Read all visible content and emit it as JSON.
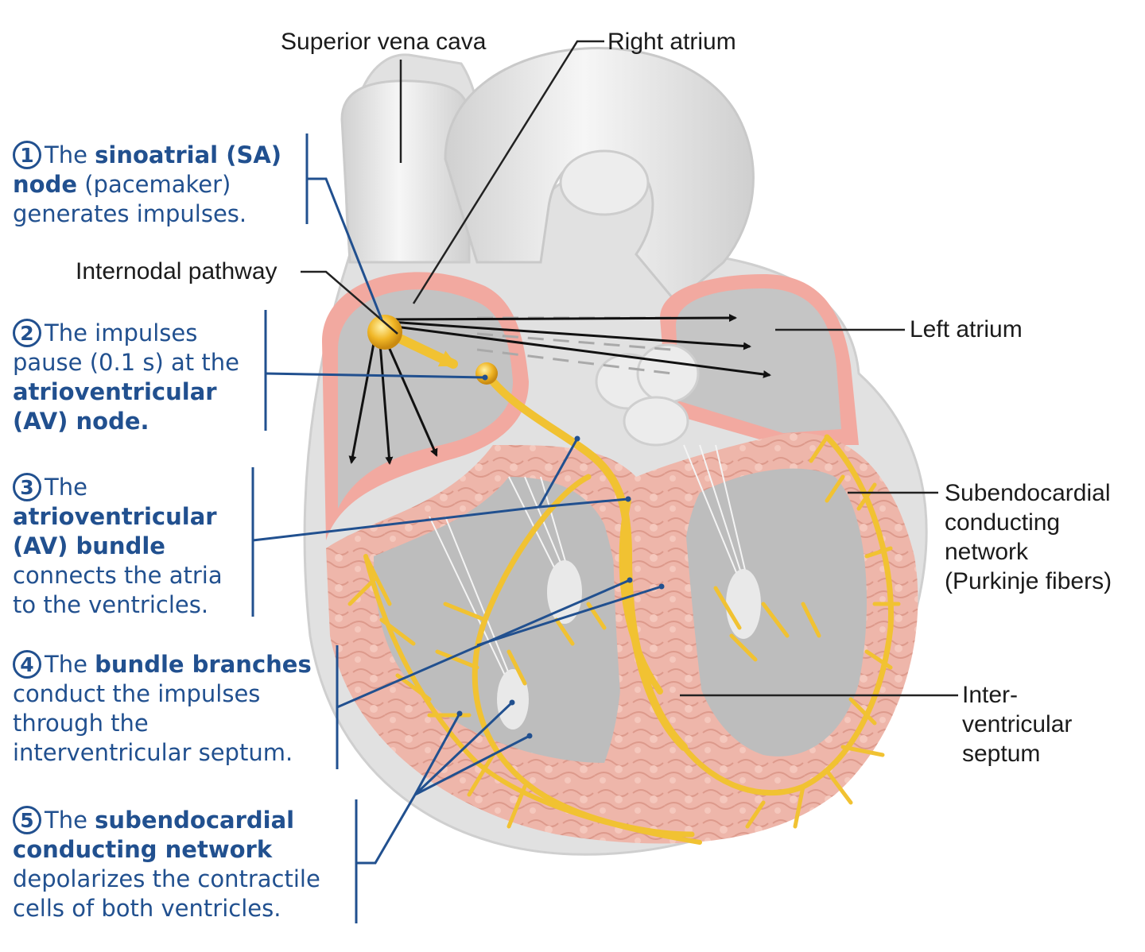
{
  "labels": {
    "superior_vena_cava": "Superior vena cava",
    "right_atrium": "Right atrium",
    "internodal_pathway": "Internodal pathway",
    "left_atrium": "Left atrium",
    "purkinje": [
      "Subendocardial",
      "conducting",
      "network",
      "(Purkinje fibers)"
    ],
    "septum": [
      "Inter-",
      "ventricular",
      "septum"
    ]
  },
  "steps": [
    {
      "number": "1",
      "lines": [
        [
          {
            "t": "The ",
            "b": false
          },
          {
            "t": "sinoatrial (SA)",
            "b": true
          }
        ],
        [
          {
            "t": "node",
            "b": true
          },
          {
            "t": " (pacemaker)",
            "b": false
          }
        ],
        [
          {
            "t": "generates impulses.",
            "b": false
          }
        ]
      ]
    },
    {
      "number": "2",
      "lines": [
        [
          {
            "t": "The impulses",
            "b": false
          }
        ],
        [
          {
            "t": "pause (0.1 s) at the",
            "b": false
          }
        ],
        [
          {
            "t": "atrioventricular",
            "b": true
          }
        ],
        [
          {
            "t": "(AV) node.",
            "b": true
          }
        ]
      ]
    },
    {
      "number": "3",
      "lines": [
        [
          {
            "t": "The",
            "b": false
          }
        ],
        [
          {
            "t": "atrioventricular",
            "b": true
          }
        ],
        [
          {
            "t": "(AV) bundle",
            "b": true
          }
        ],
        [
          {
            "t": "connects the atria",
            "b": false
          }
        ],
        [
          {
            "t": "to the ventricles.",
            "b": false
          }
        ]
      ]
    },
    {
      "number": "4",
      "lines": [
        [
          {
            "t": "The ",
            "b": false
          },
          {
            "t": "bundle branches",
            "b": true
          }
        ],
        [
          {
            "t": "conduct the impulses",
            "b": false
          }
        ],
        [
          {
            "t": "through the",
            "b": false
          }
        ],
        [
          {
            "t": "interventricular septum.",
            "b": false
          }
        ]
      ]
    },
    {
      "number": "5",
      "lines": [
        [
          {
            "t": "The ",
            "b": false
          },
          {
            "t": "subendocardial",
            "b": true
          }
        ],
        [
          {
            "t": "conducting network",
            "b": true
          }
        ],
        [
          {
            "t": "depolarizes the contractile",
            "b": false
          }
        ],
        [
          {
            "t": "cells of both ventricles.",
            "b": false
          }
        ]
      ]
    }
  ],
  "colors": {
    "step_text": "#21508f",
    "heart_wall": "#f2a9a0",
    "myocardium": "#eeb6aa",
    "chamber": "#c6c6c6",
    "vessel": "#e4e4e4",
    "conduction": "#f1c232",
    "node": "#e6a51e",
    "arrow": "#111111"
  }
}
